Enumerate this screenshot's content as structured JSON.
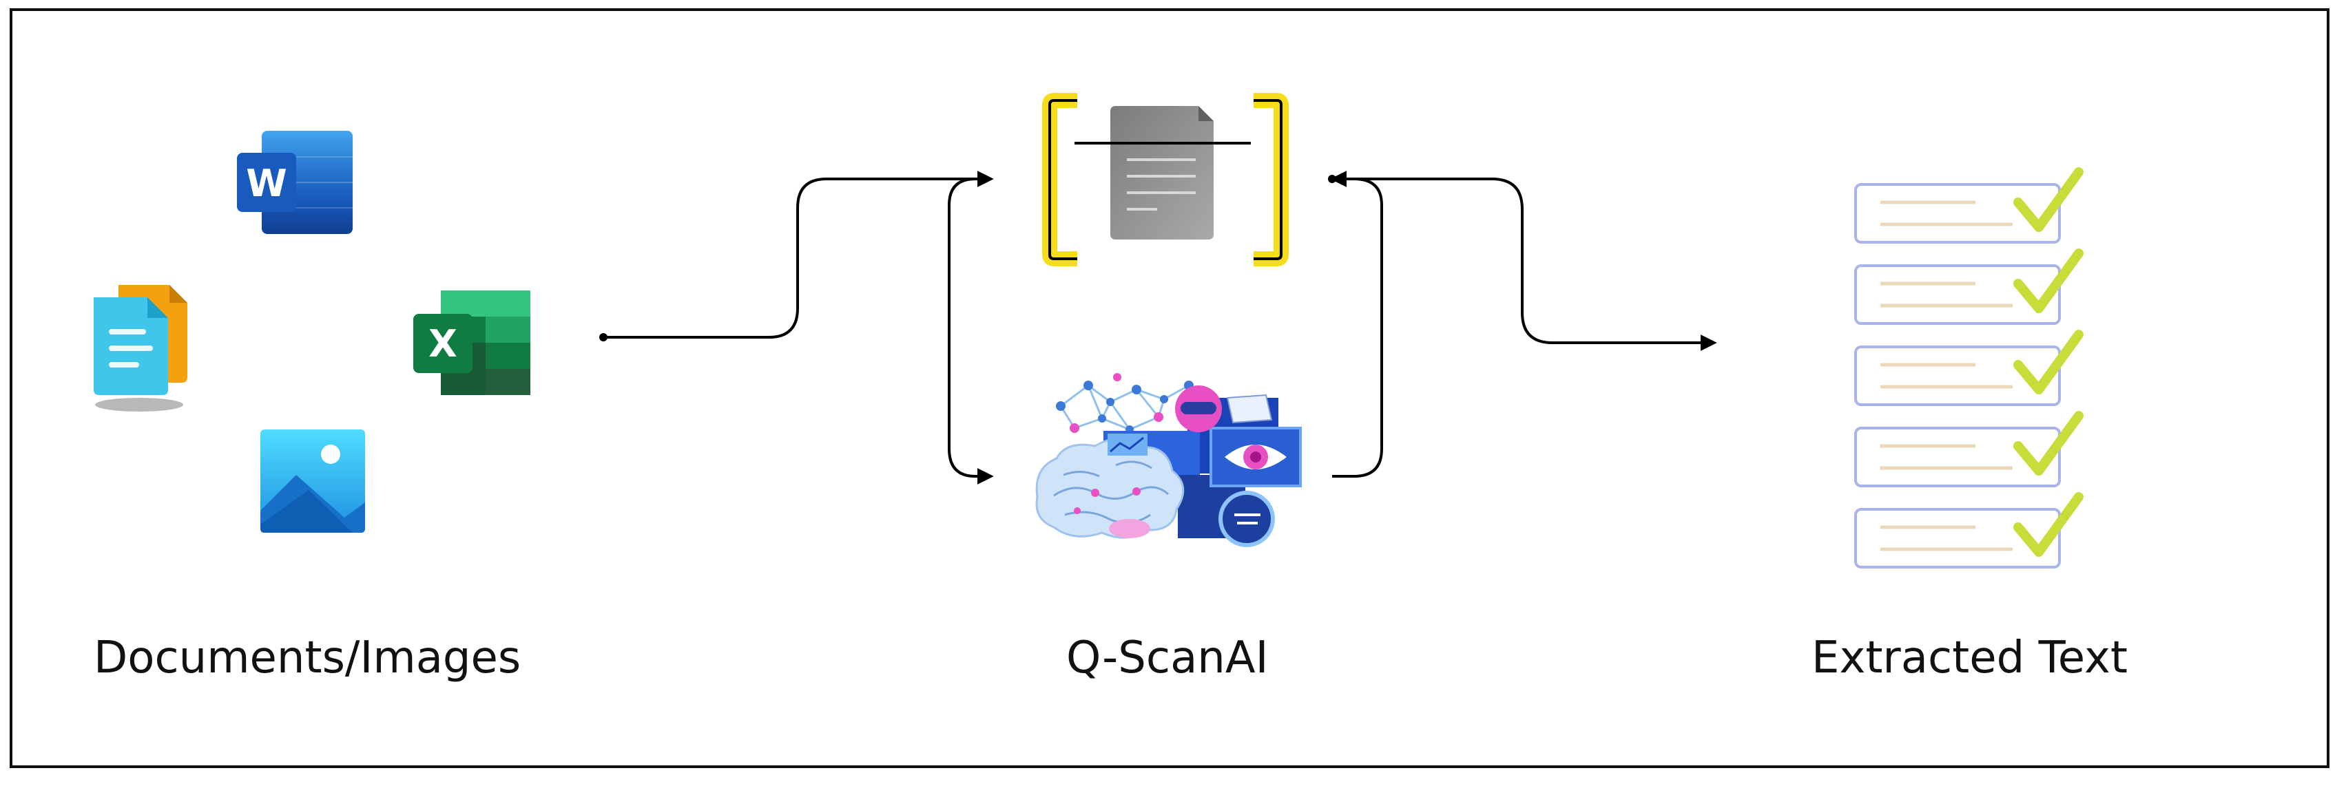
{
  "diagram": {
    "stages": [
      {
        "label": "Documents/Images"
      },
      {
        "label": "Q-ScanAI"
      },
      {
        "label": "Extracted Text"
      }
    ],
    "icons": {
      "word_letter": "W",
      "excel_letter": "X"
    },
    "colors": {
      "word": "#2b6cc4",
      "excel": "#1f7d47",
      "doc_front": "#3fc6ea",
      "doc_back": "#f2a20f",
      "image": "#1d9ae4",
      "scan_bracket": "#f5dd1e",
      "checkmark": "#c8dc3a",
      "checklist_border": "#a9b5ea",
      "checklist_line": "#ead8b8"
    }
  }
}
